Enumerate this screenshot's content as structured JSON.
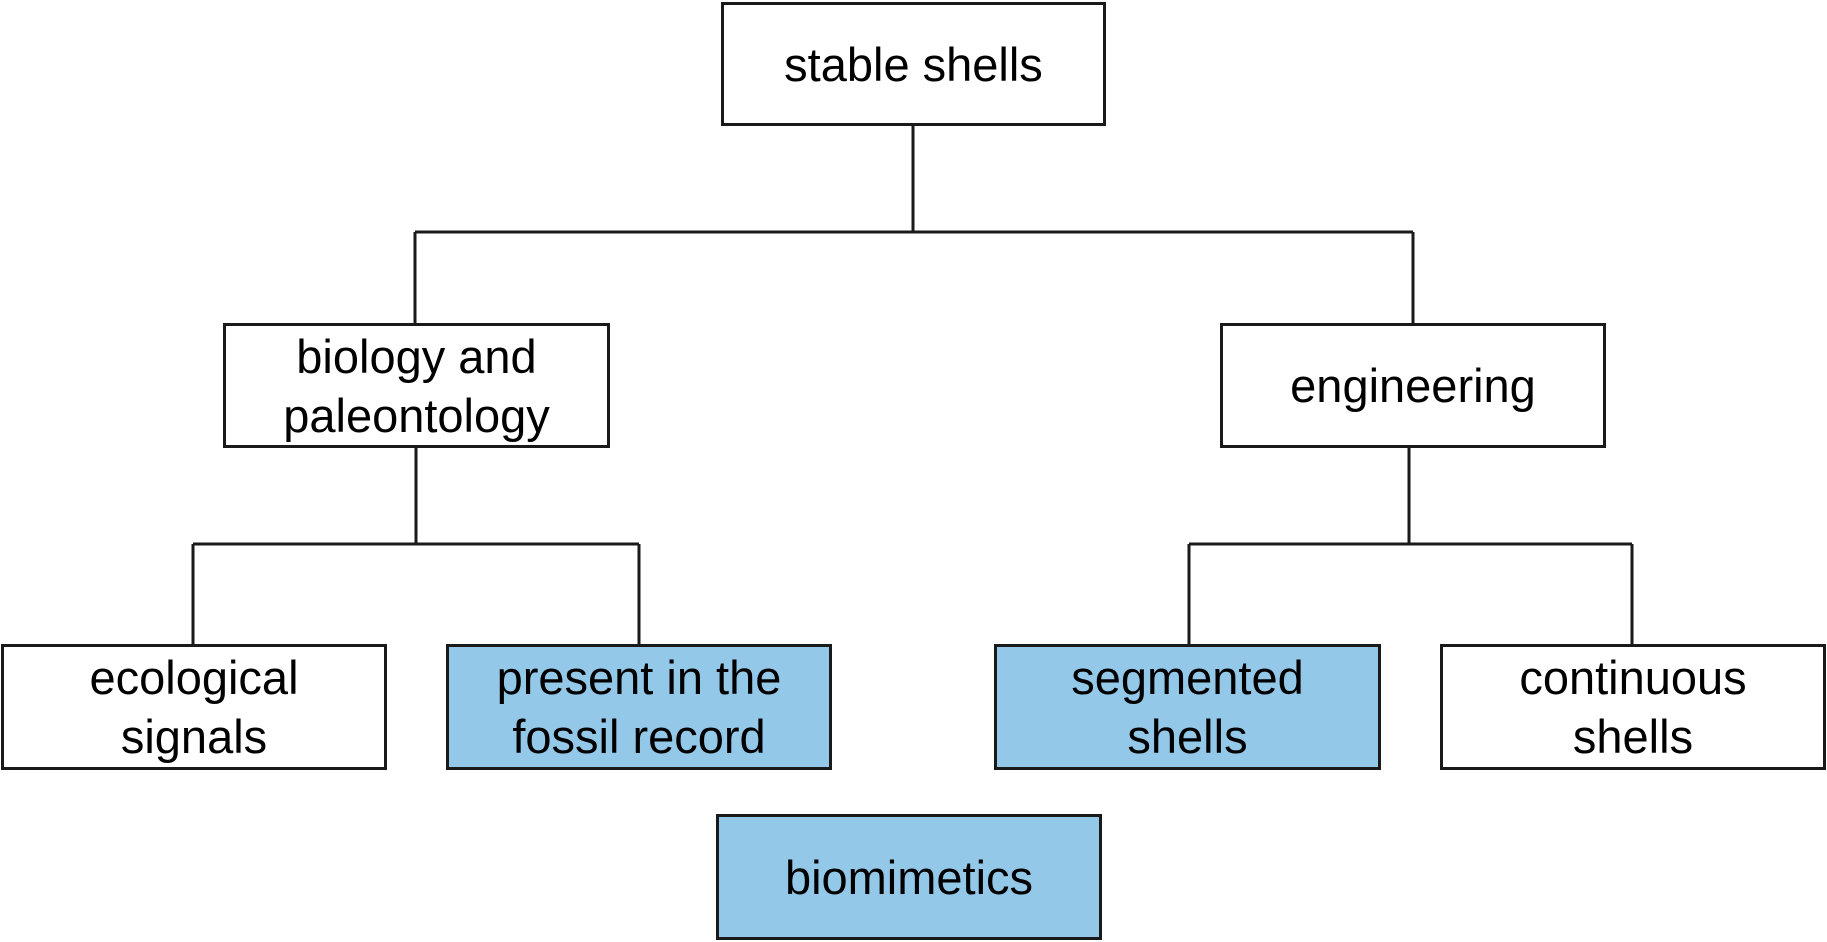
{
  "diagram": {
    "nodes": {
      "root": {
        "lines": [
          "stable shells"
        ],
        "highlighted": false
      },
      "bio": {
        "lines": [
          "biology and",
          "paleontology"
        ],
        "highlighted": false
      },
      "eng": {
        "lines": [
          "engineering"
        ],
        "highlighted": false
      },
      "eco": {
        "lines": [
          "ecological",
          "signals"
        ],
        "highlighted": false
      },
      "fossil": {
        "lines": [
          "present in the",
          "fossil record"
        ],
        "highlighted": true
      },
      "seg": {
        "lines": [
          "segmented",
          "shells"
        ],
        "highlighted": true
      },
      "cont": {
        "lines": [
          "continuous",
          "shells"
        ],
        "highlighted": false
      },
      "biomim": {
        "lines": [
          "biomimetics"
        ],
        "highlighted": true
      }
    },
    "edges": [
      {
        "from": "root",
        "to": "bio"
      },
      {
        "from": "root",
        "to": "eng"
      },
      {
        "from": "bio",
        "to": "eco"
      },
      {
        "from": "bio",
        "to": "fossil"
      },
      {
        "from": "eng",
        "to": "seg"
      },
      {
        "from": "eng",
        "to": "cont"
      }
    ],
    "colors": {
      "highlight_fill": "#93c8e8",
      "stroke": "#1a1a1a",
      "background": "#ffffff"
    }
  }
}
